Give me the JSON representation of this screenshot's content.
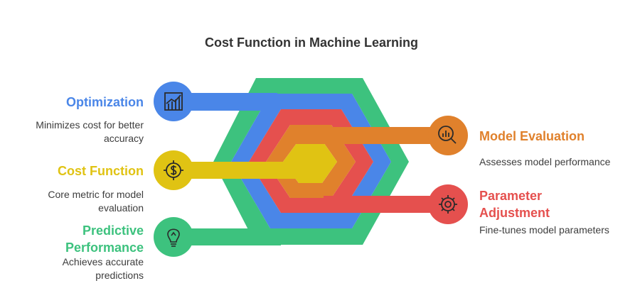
{
  "title": "Cost Function in Machine Learning",
  "colors": {
    "optimization": "#4A86E8",
    "cost_function": "#E0C313",
    "predictive_performance": "#3DC27E",
    "model_evaluation": "#E0812C",
    "parameter_adjustment": "#E5504E"
  },
  "items": [
    {
      "key": "optimization",
      "heading": "Optimization",
      "description": "Minimizes cost for better accuracy",
      "icon": "growth-chart-icon"
    },
    {
      "key": "cost_function",
      "heading": "Cost Function",
      "description": "Core metric for model evaluation",
      "icon": "dollar-target-icon"
    },
    {
      "key": "predictive_performance",
      "heading": "Predictive Performance",
      "description": "Achieves accurate predictions",
      "icon": "lightbulb-icon"
    },
    {
      "key": "model_evaluation",
      "heading": "Model Evaluation",
      "description": "Assesses model performance",
      "icon": "magnifier-chart-icon"
    },
    {
      "key": "parameter_adjustment",
      "heading": "Parameter Adjustment",
      "description": "Fine-tunes model parameters",
      "icon": "gear-icon"
    }
  ]
}
